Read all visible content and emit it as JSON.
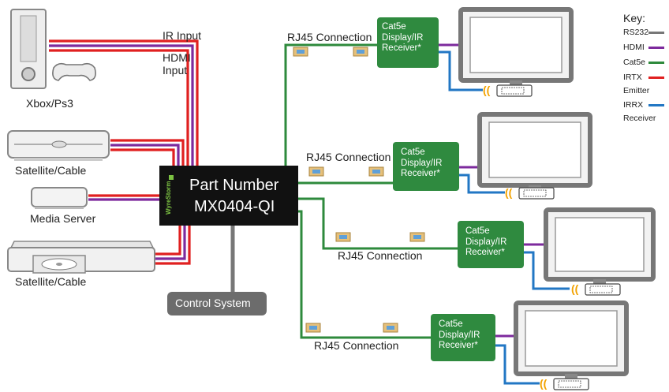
{
  "colors": {
    "rs232": "#777777",
    "hdmi": "#7d2a9d",
    "cat5e": "#2e8a3c",
    "irtx": "#e02020",
    "irrx": "#2277c4",
    "receiver_bg": "#2f8a3f",
    "matrix_bg": "#111111",
    "control_bg": "#6c6c6c"
  },
  "sources": [
    {
      "label": "Xbox/Ps3",
      "icon": "game-console-icon"
    },
    {
      "label": "Satellite/Cable",
      "icon": "satellite-receiver-icon"
    },
    {
      "label": "Media Server",
      "icon": "media-server-icon"
    },
    {
      "label": "Satellite/Cable",
      "icon": "dvd-player-icon"
    }
  ],
  "input_labels": {
    "ir": "IR Input",
    "hdmi_line1": "HDMI",
    "hdmi_line2": "Input"
  },
  "matrix": {
    "brand": "WyreStorm",
    "line1": "Part Number",
    "line2": "MX0404-QI"
  },
  "control_system": "Control System",
  "rj45_label": "RJ45 Connection",
  "receiver_text": "Cat5e\nDisplay/IR\nReceiver*",
  "zones": [
    {
      "name": "zone-1"
    },
    {
      "name": "zone-2"
    },
    {
      "name": "zone-3"
    },
    {
      "name": "zone-4"
    }
  ],
  "key": {
    "title": "Key:",
    "items": [
      {
        "label": "RS232",
        "color": "#777777"
      },
      {
        "label": "HDMI",
        "color": "#7d2a9d"
      },
      {
        "label": "Cat5e",
        "color": "#2e8a3c"
      },
      {
        "label": "IRTX",
        "color": "#e02020"
      },
      {
        "label": "Emitter",
        "color": ""
      },
      {
        "label": "IRRX",
        "color": "#2277c4"
      },
      {
        "label": "Receiver",
        "color": ""
      }
    ]
  }
}
